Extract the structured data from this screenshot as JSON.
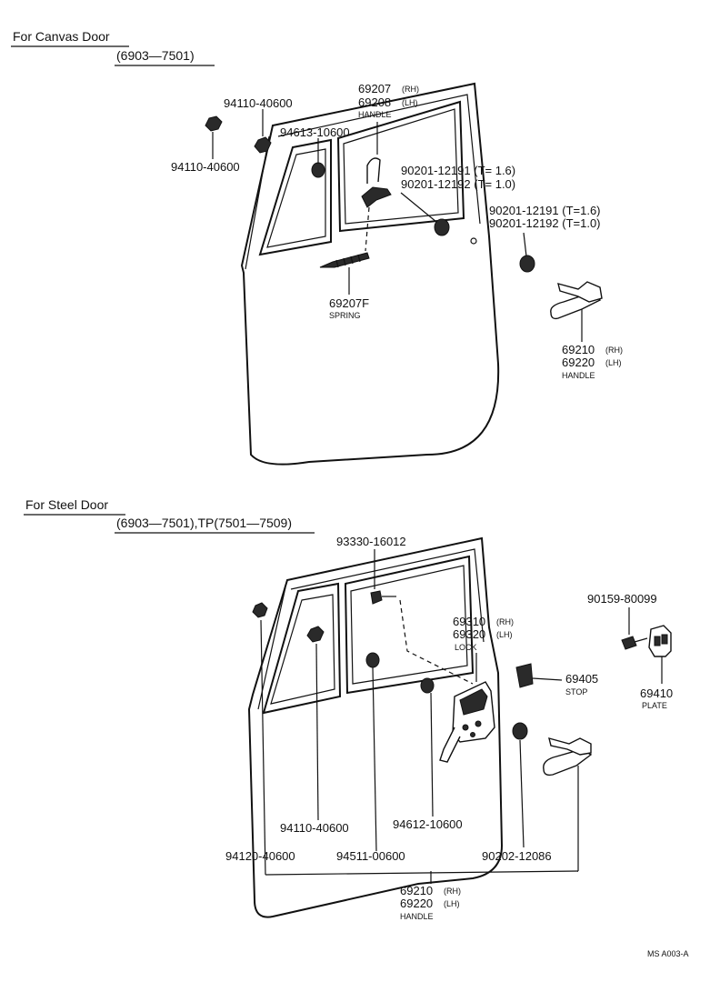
{
  "canvas_section": {
    "title": "For Canvas Door",
    "range": "(6903—7501)",
    "labels": {
      "nut_upper": "94110-40600",
      "nut_left": "94110-40600",
      "handle_rh": "69207",
      "handle_rh_tag": "(RH)",
      "handle_lh": "69208",
      "handle_lh_tag": "(LH)",
      "handle_name": "HANDLE",
      "washer_a": "94613-10600",
      "screw_a1": "90201-12191 (T= 1.6)",
      "screw_a2": "90201-12192 (T= 1.0)",
      "screw_b1": "90201-12191 (T=1.6)",
      "screw_b2": "90201-12192 (T=1.0)",
      "spring_no": "69207F",
      "spring_name": "SPRING",
      "ext_rh": "69210",
      "ext_rh_tag": "(RH)",
      "ext_lh": "69220",
      "ext_lh_tag": "(LH)",
      "ext_name": "HANDLE"
    }
  },
  "steel_section": {
    "title": "For Steel Door",
    "range": "(6903—7501),TP(7501—7509)",
    "labels": {
      "bolt": "93330-16012",
      "lock_rh": "69310",
      "lock_rh_tag": "(RH)",
      "lock_lh": "69320",
      "lock_lh_tag": "(LH)",
      "lock_name": "LOCK",
      "screw": "90159-80099",
      "stop_no": "69405",
      "stop_name": "STOP",
      "plate_no": "69410",
      "plate_name": "PLATE",
      "nut_a": "94110-40600",
      "washer": "94612-10600",
      "nut_b": "94120-40600",
      "washer_b": "94511-00600",
      "screw_b": "90202-12086",
      "handle_rh": "69210",
      "handle_rh_tag": "(RH)",
      "handle_lh": "69220",
      "handle_lh_tag": "(LH)",
      "handle_name": "HANDLE"
    }
  },
  "footer_code": "MS A003-A"
}
